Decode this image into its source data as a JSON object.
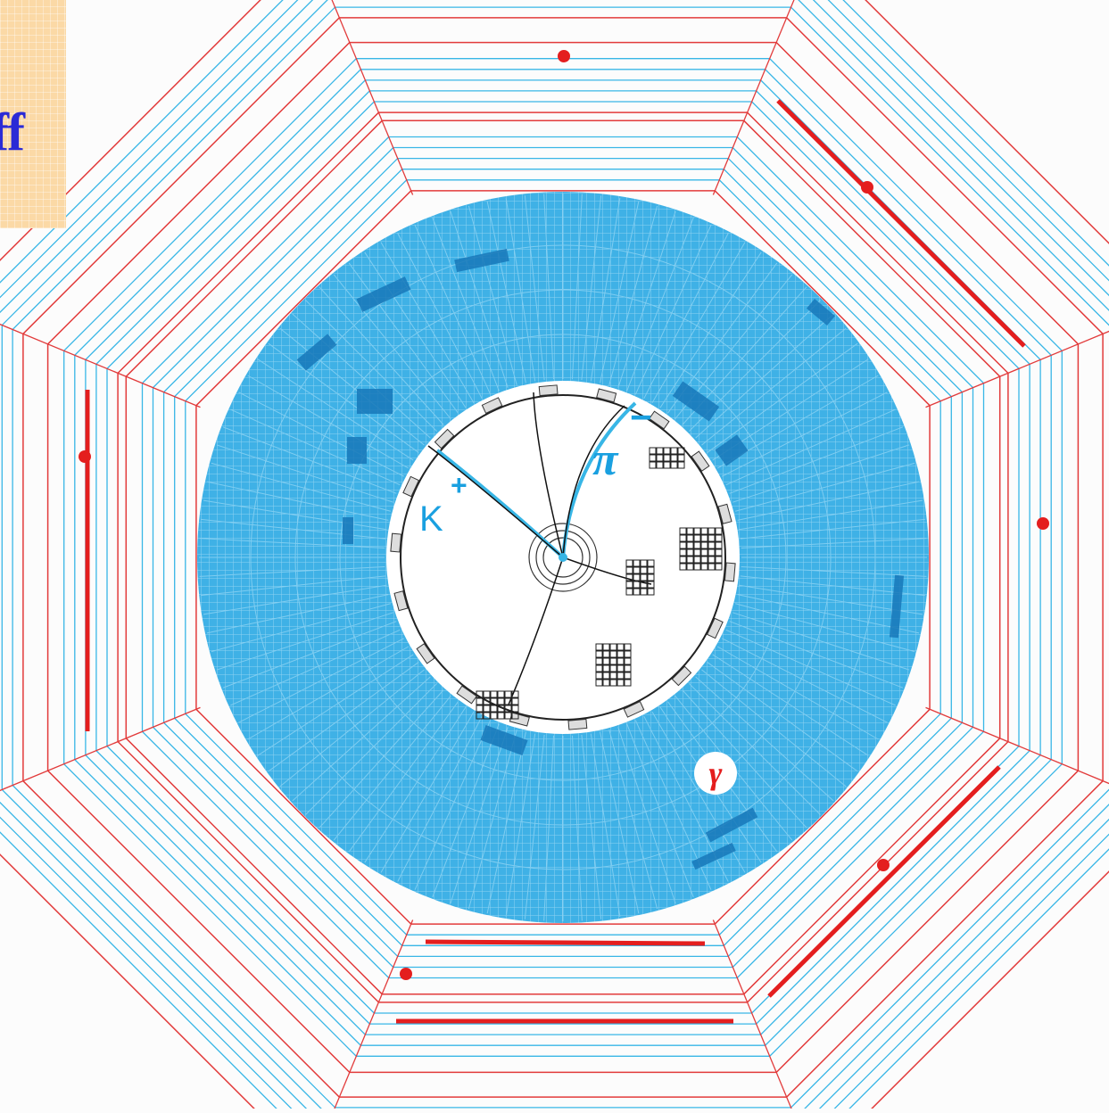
{
  "corner": {
    "text": "ff"
  },
  "labels": {
    "kaon": "K",
    "kaon_charge": "+",
    "pion": "π",
    "pion_charge": "−",
    "photon": "γ"
  },
  "colors": {
    "muon_chamber": "#e23b3b",
    "muon_layer": "#38b6e6",
    "calorimeter": "#39aee6",
    "track": "#111111",
    "hit": "#e41e1e",
    "corner_bg": "#fbd9a6",
    "corner_text": "#2b2bd6"
  },
  "icons": {
    "detector": "octagonal-collider-detector",
    "photon": "gamma-badge-icon"
  }
}
